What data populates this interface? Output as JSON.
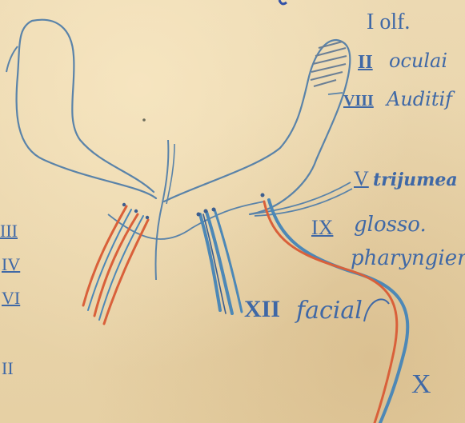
{
  "labels": {
    "olf": "I olf.",
    "oculaire_num": "II",
    "oculaire": "oculai",
    "audit_num": "VIII",
    "audit": "Auditif",
    "trijumeau_num": "V",
    "trijumeau": "trijumea",
    "glosso_num": "IX",
    "glosso": "glosso.",
    "pharyngien": "pharyngien",
    "xii": "XII",
    "facial": "facial",
    "x_mark": "X",
    "left_iii": "III",
    "left_iv": "IV",
    "left_vi": "VI",
    "left_ii": "II"
  },
  "colors": {
    "paper": "#e9d6ad",
    "pencil_blue": "#5a83a9",
    "ink_blue": "#3f68a6",
    "pencil_red": "#d9603a",
    "pencil_blue_light": "#4d88b6"
  }
}
